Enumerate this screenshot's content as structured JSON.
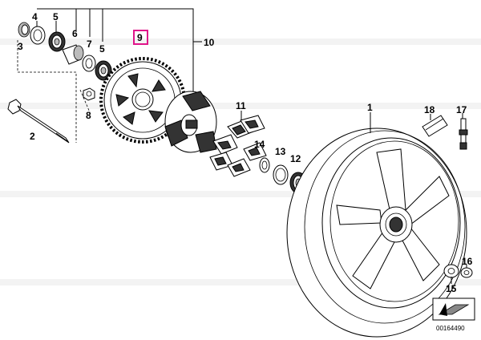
{
  "callouts": [
    {
      "id": "4",
      "label": "4"
    },
    {
      "id": "5a",
      "label": "5"
    },
    {
      "id": "3",
      "label": "3"
    },
    {
      "id": "6",
      "label": "6"
    },
    {
      "id": "7",
      "label": "7"
    },
    {
      "id": "5b",
      "label": "5"
    },
    {
      "id": "9",
      "label": "9"
    },
    {
      "id": "10",
      "label": "10"
    },
    {
      "id": "8",
      "label": "8"
    },
    {
      "id": "2",
      "label": "2"
    },
    {
      "id": "11",
      "label": "11"
    },
    {
      "id": "1",
      "label": "1"
    },
    {
      "id": "18",
      "label": "18"
    },
    {
      "id": "17",
      "label": "17"
    },
    {
      "id": "14",
      "label": "14"
    },
    {
      "id": "13",
      "label": "13"
    },
    {
      "id": "12",
      "label": "12"
    },
    {
      "id": "16",
      "label": "16"
    },
    {
      "id": "15",
      "label": "15"
    }
  ],
  "highlight": {
    "label_id": "9",
    "color": "#e0158a"
  },
  "footer": {
    "drawing_number": "00164490"
  }
}
